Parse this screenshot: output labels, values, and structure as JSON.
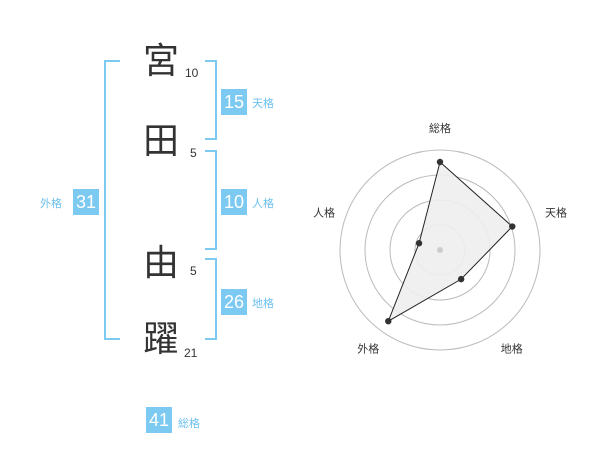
{
  "name": {
    "chars": [
      {
        "char": "宮",
        "strokes": "10"
      },
      {
        "char": "田",
        "strokes": "5"
      },
      {
        "char": "由",
        "strokes": "5"
      },
      {
        "char": "躍",
        "strokes": "21"
      }
    ]
  },
  "kaku": {
    "tenkaku": {
      "value": "15",
      "label": "天格"
    },
    "jinkaku": {
      "value": "10",
      "label": "人格"
    },
    "chikaku": {
      "value": "26",
      "label": "地格"
    },
    "gaikaku": {
      "value": "31",
      "label": "外格"
    },
    "soukaku": {
      "value": "41",
      "label": "総格"
    }
  },
  "colors": {
    "accent": "#7ccaf2",
    "text": "#333333",
    "grid": "#bbbbbb",
    "fill": "#eeeeee"
  },
  "chart_data": {
    "type": "radar",
    "axes": [
      "総格",
      "天格",
      "地格",
      "外格",
      "人格"
    ],
    "values": [
      0.88,
      0.76,
      0.36,
      0.88,
      0.22
    ],
    "rings": 4
  }
}
